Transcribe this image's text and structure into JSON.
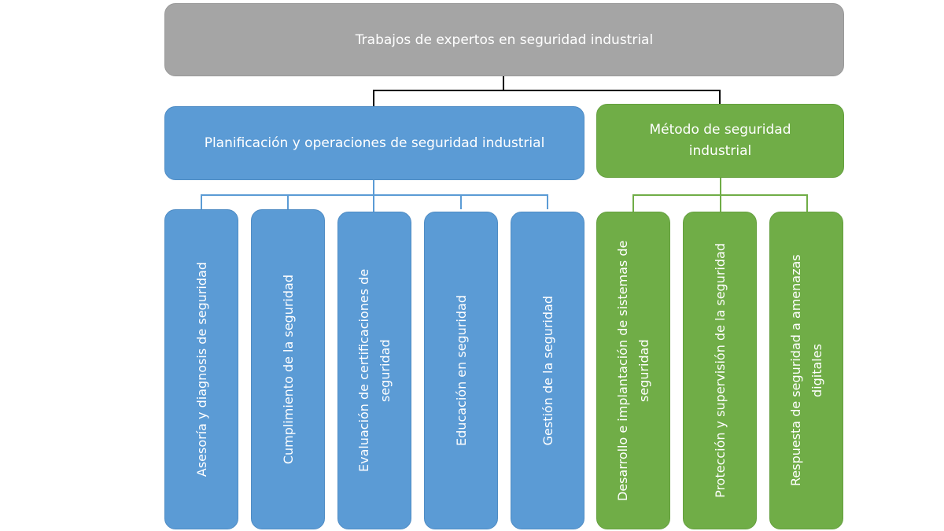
{
  "root": {
    "label": "Trabajos de expertos en seguridad industrial",
    "color": "#a5a5a5"
  },
  "branches": [
    {
      "label": "Planificación y operaciones de seguridad industrial",
      "color": "#5b9bd5",
      "children": [
        "Asesoría y diagnosis de seguridad",
        "Cumplimiento de la seguridad",
        "Evaluación de certificaciones de seguridad",
        "Educación en seguridad",
        "Gestión de la seguridad"
      ]
    },
    {
      "label": "Método de seguridad industrial",
      "color": "#70ad47",
      "children": [
        "Desarrollo e implantación de sistemas de seguridad",
        "Protección y supervisión de la seguridad",
        "Respuesta de seguridad a amenazas digitales"
      ]
    }
  ]
}
